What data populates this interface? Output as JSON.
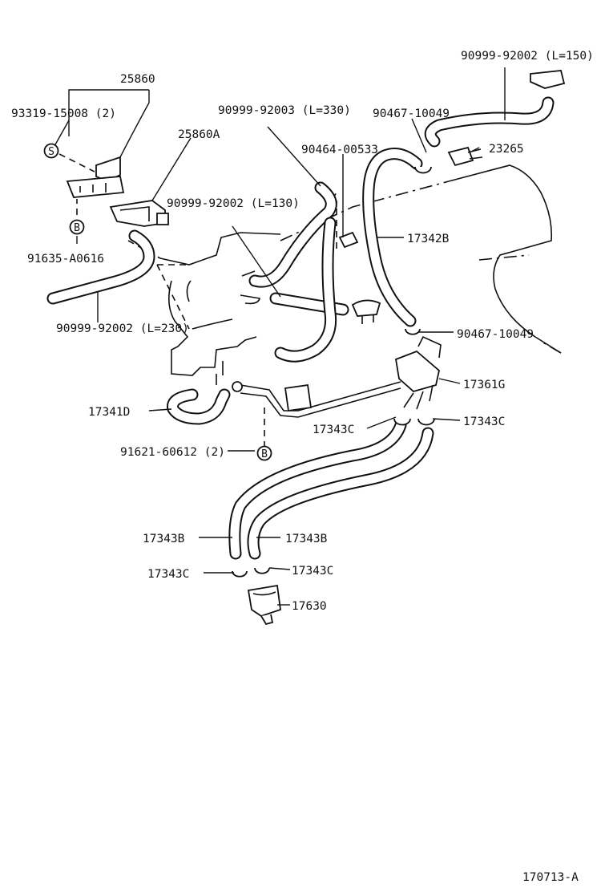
{
  "labels": {
    "p25860": "25860",
    "p93319": "93319-15008 (2)",
    "p25860A": "25860A",
    "p90999_330": "90999-92003 (L=330)",
    "p90467_top": "90467-10049",
    "p90999_150": "90999-92002 (L=150)",
    "p90464": "90464-00533",
    "p23265": "23265",
    "p90999_130": "90999-92002 (L=130)",
    "p17342B": "17342B",
    "p91635": "91635-A0616",
    "p90999_230": "90999-92002 (L=230)",
    "p90467_low": "90467-10049",
    "p17361G": "17361G",
    "p17341D": "17341D",
    "p17343C_mid_l": "17343C",
    "p17343C_mid_r": "17343C",
    "p91621": "91621-60612 (2)",
    "p17343B_l": "17343B",
    "p17343B_r": "17343B",
    "p17343C_low_l": "17343C",
    "p17343C_low_r": "17343C",
    "p17630": "17630",
    "ref_code": "170713-A"
  },
  "markers": {
    "s": "S",
    "b_top": "B",
    "b_low": "B"
  }
}
